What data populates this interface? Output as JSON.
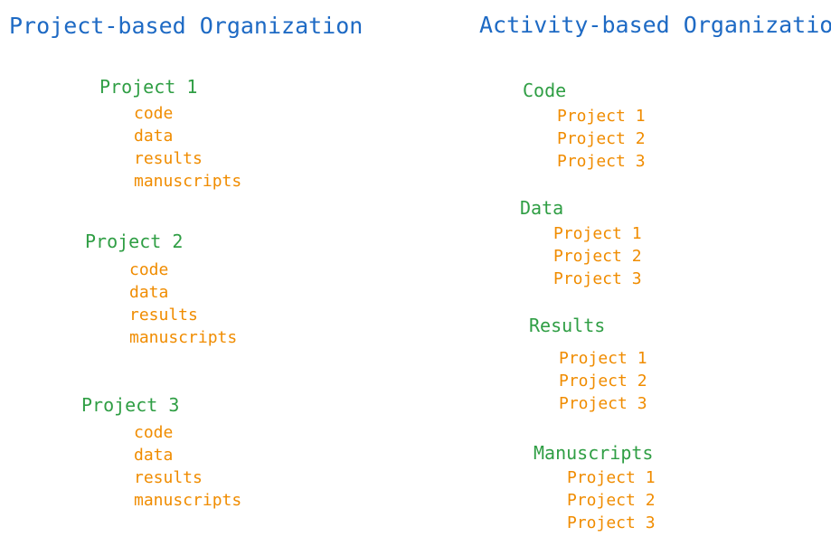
{
  "colors": {
    "title": "#1e6ac4",
    "group": "#2f9e44",
    "item": "#f08c00"
  },
  "left": {
    "title": "Project-based Organization",
    "groups": [
      {
        "label": "Project 1",
        "items": [
          "code",
          "data",
          "results",
          "manuscripts"
        ]
      },
      {
        "label": "Project 2",
        "items": [
          "code",
          "data",
          "results",
          "manuscripts"
        ]
      },
      {
        "label": "Project 3",
        "items": [
          "code",
          "data",
          "results",
          "manuscripts"
        ]
      }
    ]
  },
  "right": {
    "title": "Activity-based Organization",
    "groups": [
      {
        "label": "Code",
        "items": [
          "Project 1",
          "Project 2",
          "Project 3"
        ]
      },
      {
        "label": "Data",
        "items": [
          "Project 1",
          "Project 2",
          "Project 3"
        ]
      },
      {
        "label": "Results",
        "items": [
          "Project 1",
          "Project 2",
          "Project 3"
        ]
      },
      {
        "label": "Manuscripts",
        "items": [
          "Project 1",
          "Project 2",
          "Project 3"
        ]
      }
    ]
  }
}
